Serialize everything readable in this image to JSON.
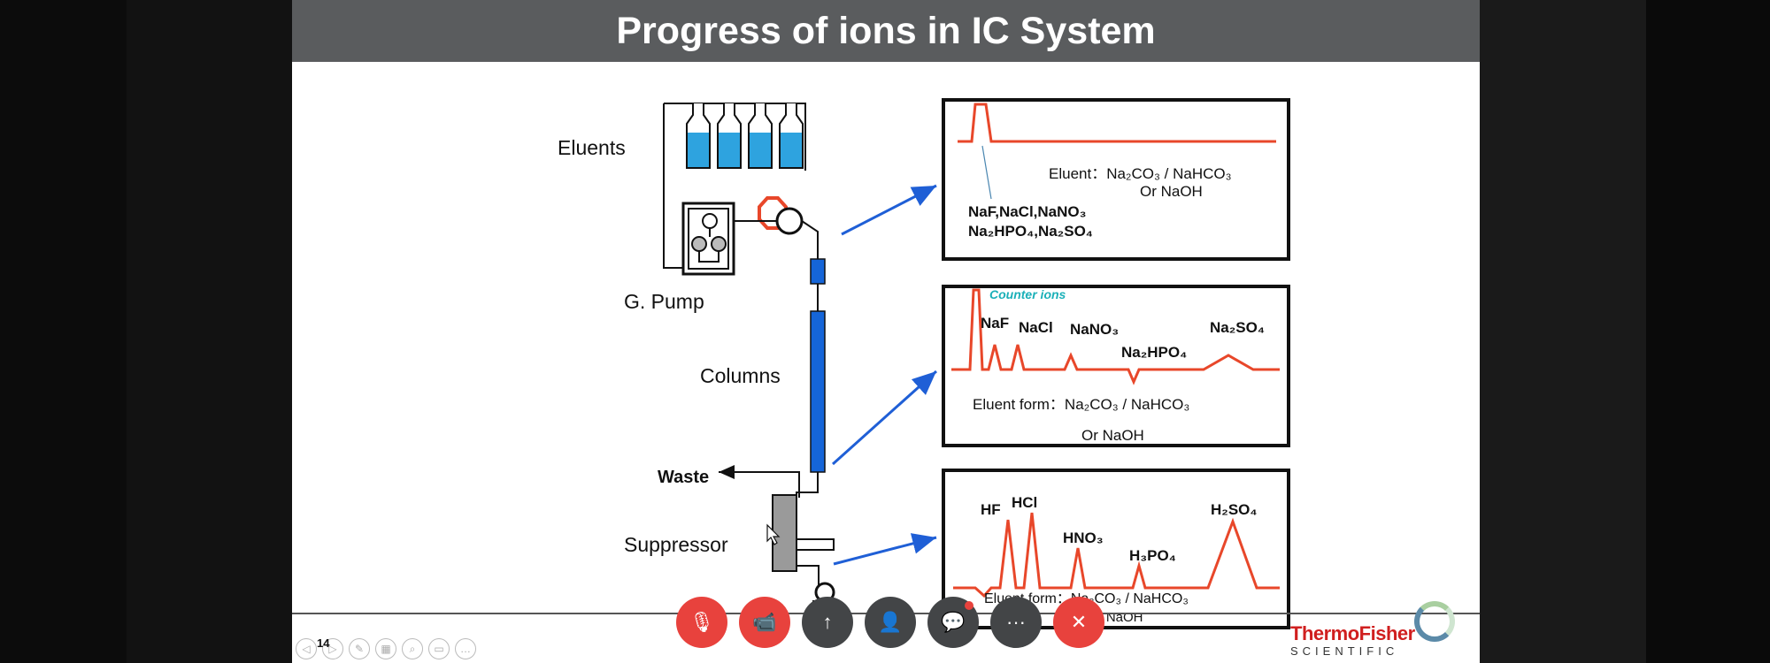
{
  "slide": {
    "title": "Progress of ions in IC System",
    "page_number": "14"
  },
  "diagram": {
    "labels": {
      "eluents": "Eluents",
      "pump": "G. Pump",
      "columns": "Columns",
      "waste": "Waste",
      "suppressor": "Suppressor"
    },
    "panel1": {
      "eluent": "Eluent：Na₂CO₃ / NaHCO₃",
      "or_naoh": "Or NaOH",
      "salts_line1": "NaF,NaCl,NaNO₃",
      "salts_line2": "Na₂HPO₄,Na₂SO₄"
    },
    "panel2": {
      "counter_ions": "Counter ions",
      "peaks": [
        "NaF",
        "NaCl",
        "NaNO₃",
        "Na₂HPO₄",
        "Na₂SO₄"
      ],
      "eluent": "Eluent form：Na₂CO₃ / NaHCO₃",
      "or_naoh": "Or NaOH"
    },
    "panel3": {
      "peaks": [
        "HF",
        "HCl",
        "HNO₃",
        "H₃PO₄",
        "H₂SO₄"
      ],
      "eluent": "Eluent form：Na₂CO₃ / NaHCO₃",
      "or_naoh": "Or NaOH"
    },
    "colors": {
      "trace": "#e8472a",
      "arrow": "#1f5fd6",
      "column": "#1565d8",
      "eluent_liquid": "#2ea3df",
      "counter_ions": "#1ab0b8"
    }
  },
  "meeting_controls": [
    {
      "name": "mic-muted-icon",
      "glyph": "🎙"
    },
    {
      "name": "camera-off-icon",
      "glyph": "📹"
    },
    {
      "name": "share-screen-icon",
      "glyph": "↑"
    },
    {
      "name": "participants-icon",
      "glyph": "👤"
    },
    {
      "name": "chat-icon",
      "glyph": "💬"
    },
    {
      "name": "more-icon",
      "glyph": "···"
    },
    {
      "name": "end-call-icon",
      "glyph": "✕"
    }
  ],
  "brand": {
    "name": "ThermoFisher",
    "tagline": "SCIENTIFIC"
  }
}
